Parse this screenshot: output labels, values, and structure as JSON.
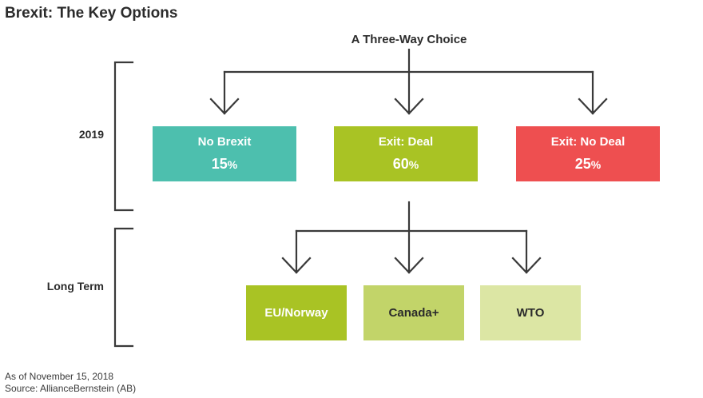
{
  "title": "Brexit: The Key Options",
  "subtitle": "A Three-Way Choice",
  "periods": {
    "near": "2019",
    "long": "Long Term"
  },
  "options_2019": [
    {
      "label": "No Brexit",
      "value": "15",
      "unit": "%",
      "color": "#4dbfae"
    },
    {
      "label": "Exit: Deal",
      "value": "60",
      "unit": "%",
      "color": "#a9c324"
    },
    {
      "label": "Exit: No Deal",
      "value": "25",
      "unit": "%",
      "color": "#ee4f50"
    }
  ],
  "options_long_term": [
    {
      "label": "EU/Norway",
      "color": "#a9c324"
    },
    {
      "label": "Canada+",
      "color": "#c2d469"
    },
    {
      "label": "WTO",
      "color": "#dce6a4"
    }
  ],
  "footer": {
    "date": "As of November 15, 2018",
    "source": "Source: AllianceBernstein (AB)"
  }
}
